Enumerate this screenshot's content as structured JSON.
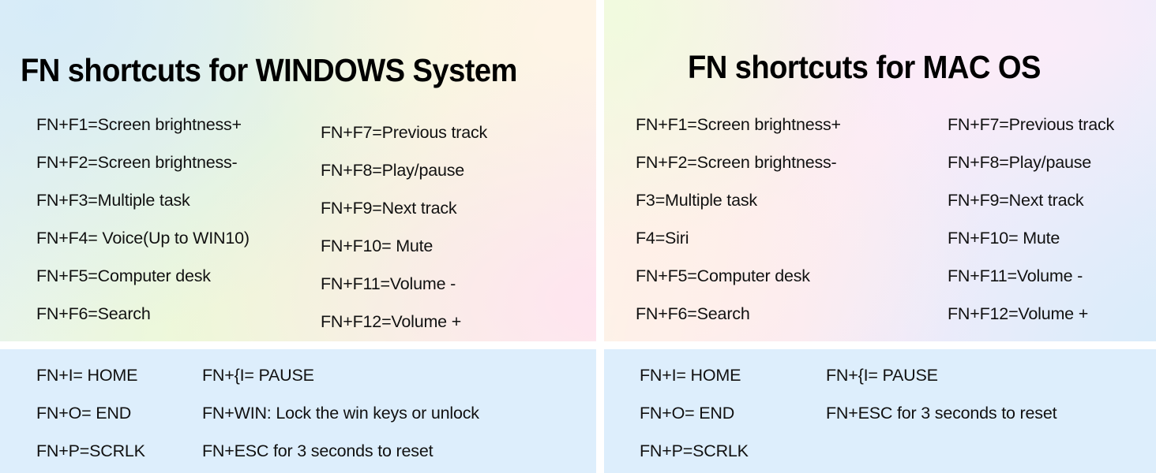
{
  "colors": {
    "page_background": "#ffffff",
    "bottom_band": "#ddeefc",
    "text": "#111111",
    "title_text": "#000000"
  },
  "panels": {
    "windows": {
      "title": "FN shortcuts for WINDOWS System",
      "fn_column_left": [
        "FN+F1=Screen brightness+",
        "FN+F2=Screen brightness-",
        "FN+F3=Multiple task",
        "FN+F4= Voice(Up to WIN10)",
        "FN+F5=Computer desk",
        "FN+F6=Search"
      ],
      "fn_column_right": [
        "FN+F7=Previous track",
        "FN+F8=Play/pause",
        "FN+F9=Next track",
        "FN+F10= Mute",
        "FN+F11=Volume -",
        "FN+F12=Volume +"
      ],
      "misc_column_left": [
        "FN+I= HOME",
        "FN+O= END",
        "FN+P=SCRLK"
      ],
      "misc_column_right": [
        "FN+{I= PAUSE",
        "FN+WIN: Lock the win keys or unlock",
        "FN+ESC for 3 seconds to reset"
      ]
    },
    "mac": {
      "title": "FN shortcuts for MAC OS",
      "fn_column_left": [
        "FN+F1=Screen brightness+",
        "FN+F2=Screen brightness-",
        "F3=Multiple task",
        "F4=Siri",
        "FN+F5=Computer desk",
        "FN+F6=Search"
      ],
      "fn_column_right": [
        "FN+F7=Previous track",
        "FN+F8=Play/pause",
        "FN+F9=Next track",
        "FN+F10= Mute",
        "FN+F11=Volume -",
        "FN+F12=Volume +"
      ],
      "misc_column_left": [
        "FN+I= HOME",
        "FN+O= END",
        "FN+P=SCRLK"
      ],
      "misc_column_right": [
        "FN+{I= PAUSE",
        "FN+ESC for 3 seconds to reset"
      ]
    }
  }
}
